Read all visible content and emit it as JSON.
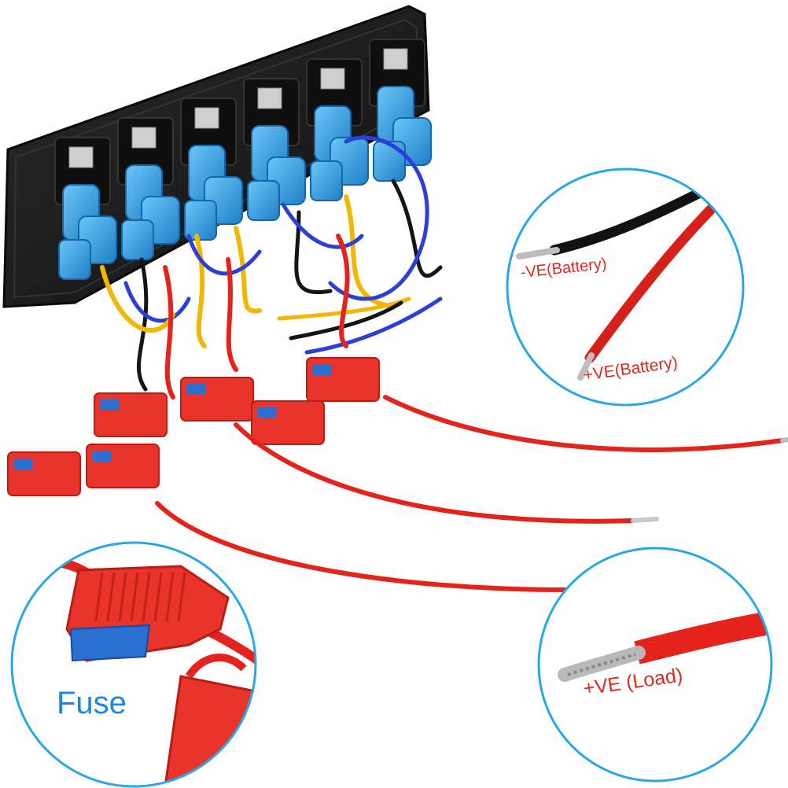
{
  "labels": {
    "negative_battery": "-VE(Battery)",
    "positive_battery": "+VE(Battery)",
    "fuse": "Fuse",
    "positive_load": "+VE (Load)"
  },
  "colors": {
    "background": "#ffffff",
    "callout_ring": "#2aa8e6",
    "label_red": "#e0281e",
    "label_blue": "#1f86e0",
    "wire_red": "#e3231c",
    "wire_black": "#141414",
    "wire_yellow": "#f2b705",
    "wire_blue": "#2c3fd6",
    "connector_blue": "#2f9fe0",
    "panel": "#1c1c1c"
  },
  "panel": {
    "switch_count": 6
  },
  "icons": [
    "rocker-switch-icon",
    "fuse-holder-icon",
    "wire-end-icon"
  ]
}
